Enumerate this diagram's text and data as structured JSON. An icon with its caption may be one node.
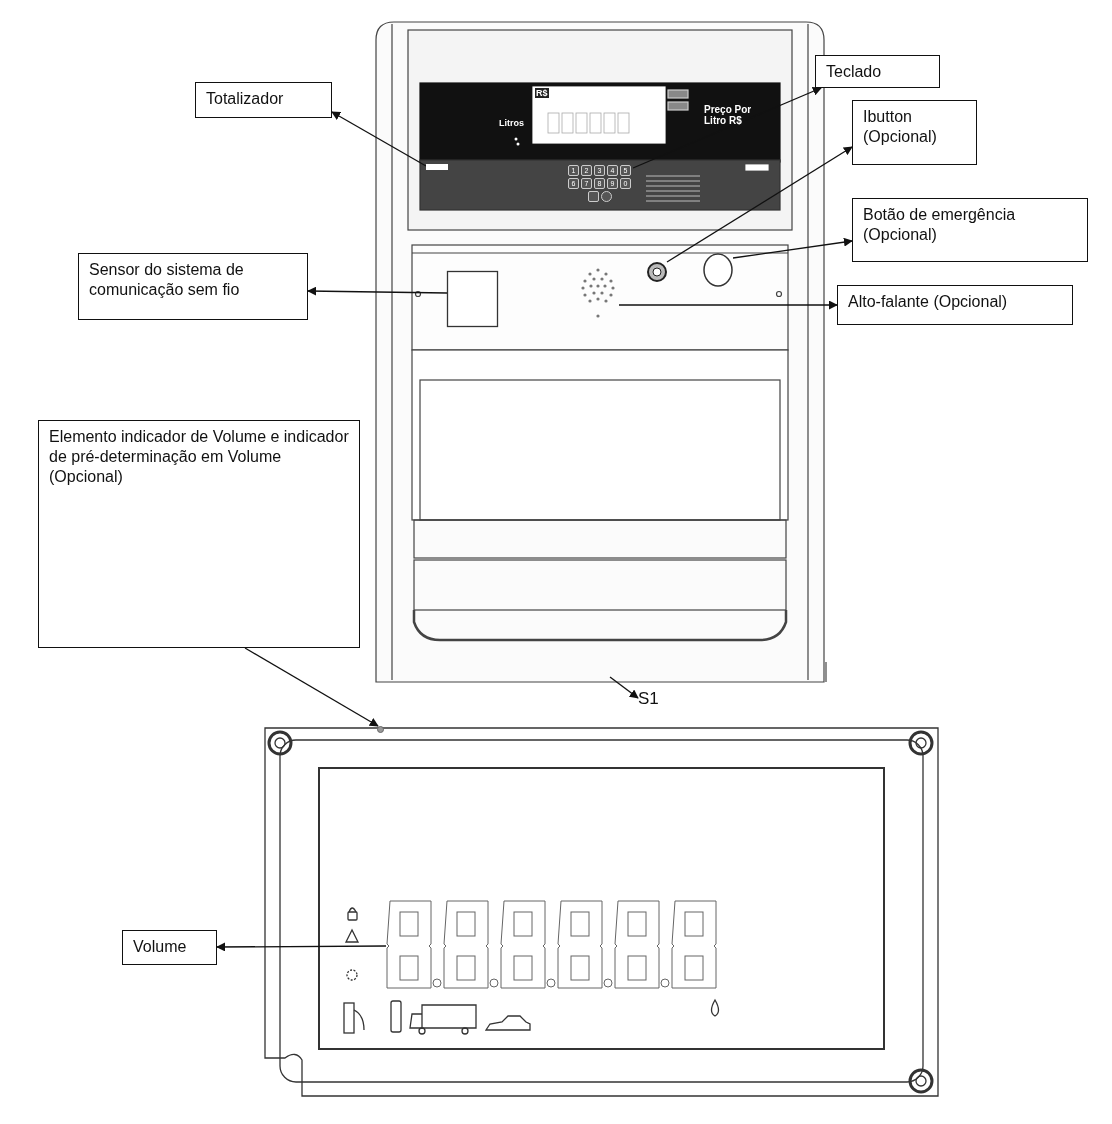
{
  "diagram": {
    "nodes": [
      {
        "text": [
          "Totalizador"
        ]
      },
      {
        "text": [
          "Teclado"
        ]
      },
      {
        "text": [
          "Ibutton (Opcional)"
        ]
      },
      {
        "text": [
          "Botão de emergência (Opcional)"
        ]
      },
      {
        "text": [
          "Sensor do sistema de comunicação sem fio"
        ]
      },
      {
        "text": [
          "Alto-falante (Opcional)"
        ]
      },
      {
        "text": [
          "Elemento indicador de Volume e indicador de pré-determinação em Volume (Opcional)"
        ]
      },
      {
        "text": [
          "S1"
        ]
      },
      {
        "text": [
          "Volume"
        ]
      },
      {
        "text": [],
        "shape": "bar"
      },
      {
        "text": [],
        "shape": "picture"
      },
      {
        "text": [],
        "shape": "circle"
      },
      {
        "text": [],
        "shape": "circle"
      },
      {
        "text": [],
        "shape": "box"
      },
      {
        "text": [],
        "shape": "circle"
      },
      {
        "text": [],
        "shape": "circle"
      },
      {
        "text": [],
        "shape": "picture"
      }
    ],
    "edges": [
      {
        "from": 9,
        "to": 0,
        "arrow": "to"
      },
      {
        "from": 10,
        "to": 1,
        "arrow": "to"
      },
      {
        "from": 11,
        "to": 2,
        "arrow": "to"
      },
      {
        "from": 12,
        "to": 3,
        "arrow": "to"
      },
      {
        "from": 13,
        "to": 4,
        "arrow": "to"
      },
      {
        "from": 14,
        "to": 5,
        "arrow": "to"
      },
      {
        "from": 6,
        "to": 15,
        "arrow": "to"
      },
      {
        "from": null,
        "to": 7,
        "arrow": "to"
      },
      {
        "from": 16,
        "to": 8,
        "arrow": "to"
      }
    ],
    "labels": [
      "R$",
      "Litros",
      "Preço Por Litro R$",
      "1",
      "2",
      "3",
      "4",
      "5",
      "6",
      "7",
      "8",
      "9",
      "0"
    ]
  }
}
